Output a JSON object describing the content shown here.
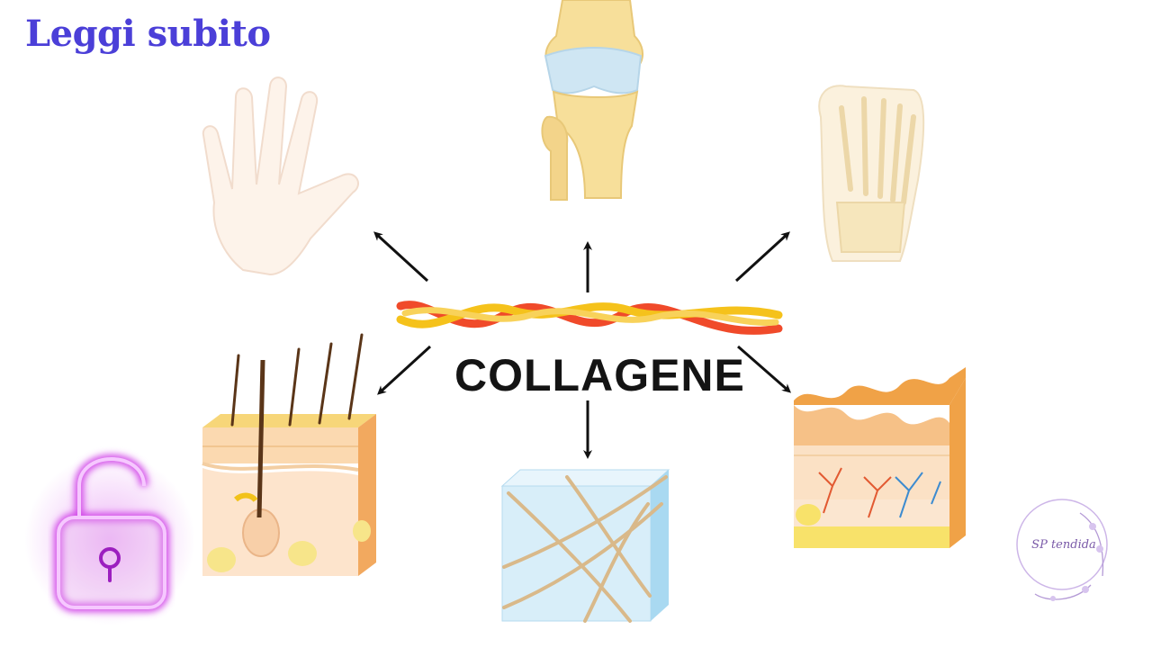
{
  "header": {
    "title": "Leggi subito"
  },
  "diagram": {
    "center_label": "COLLAGENE",
    "items": [
      {
        "id": "hand",
        "icon": "hand-icon"
      },
      {
        "id": "knee",
        "icon": "knee-joint-icon"
      },
      {
        "id": "foot",
        "icon": "foot-bones-icon"
      },
      {
        "id": "hair-skin",
        "icon": "hair-follicle-skin-icon"
      },
      {
        "id": "tissue",
        "icon": "connective-tissue-cube-icon"
      },
      {
        "id": "skin-layers",
        "icon": "skin-layers-icon"
      }
    ]
  },
  "logo": {
    "text": "SP tendida"
  },
  "lock": {
    "icon": "unlocked-padlock-icon",
    "color": "#c02cd8"
  },
  "colors": {
    "title": "#4b3fd8",
    "fiber_red": "#f04a2a",
    "fiber_yellow": "#f5c21b"
  }
}
